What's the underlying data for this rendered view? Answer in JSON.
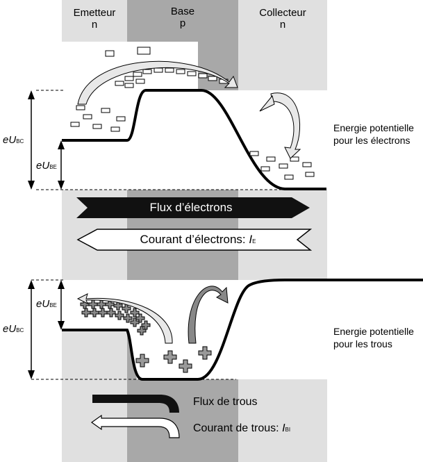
{
  "regions": {
    "emitter": {
      "name": "Emetteur",
      "type": "n"
    },
    "base": {
      "name": "Base",
      "type": "p"
    },
    "collector": {
      "name": "Collecteur",
      "type": "n"
    }
  },
  "electron_section": {
    "side_label_line1": "Energie potentielle",
    "side_label_line2": "pour les électrons",
    "flux_label": "Flux d’électrons",
    "current_label": "Courant d’électrons: ",
    "current_var": "I",
    "current_sub": "E",
    "dim_bc_var": "eU",
    "dim_bc_sub": "BC",
    "dim_be_var": "eU",
    "dim_be_sub": "BE"
  },
  "hole_section": {
    "side_label_line1": "Energie potentielle",
    "side_label_line2": "pour les trous",
    "dim_be_var": "eU",
    "dim_be_sub": "BE",
    "dim_bc_var": "eU",
    "dim_bc_sub": "BC",
    "legend_flux": "Flux de trous",
    "legend_current": "Courant de trous: ",
    "legend_current_var": "I",
    "legend_current_sub": "BI"
  },
  "colors": {
    "emitter_bg": "#e0e0e0",
    "base_bg": "#a8a8a8",
    "collector_bg": "#e0e0e0",
    "flux_arrow": "#111111"
  }
}
